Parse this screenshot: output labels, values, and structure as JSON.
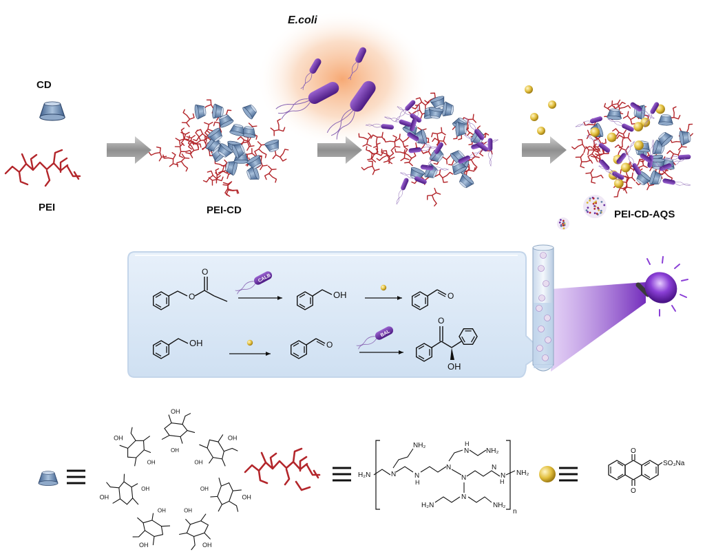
{
  "labels": {
    "cd": "CD",
    "pei": "PEI",
    "ecoli": "E.coli",
    "pei_cd": "PEI-CD",
    "pei_cd_aqs": "PEI-CD-AQS"
  },
  "reactions": {
    "enzyme1": "CALB",
    "enzyme2": "BAL",
    "oh1": "OH",
    "oh2": "OH",
    "oh3": "OH",
    "o1": "O",
    "o2": "O",
    "o3": "O",
    "o4": "O",
    "o5": "O"
  },
  "structures": {
    "cd_oh": "OH",
    "pei_nh2": "NH₂",
    "pei_h2n": "H₂N",
    "pei_n": "N",
    "pei_h": "H",
    "pei_n_sub": "n",
    "aqs_o": "O",
    "aqs_so3na": "SO₃Na"
  },
  "colors": {
    "pei_red": "#b3262b",
    "cd_blue": "#5f7fa8",
    "ecoli_purple": "#6b2fa3",
    "aqs_gold": "#d9b73a",
    "glow_orange": "#f7b98a",
    "panel_blue": "#dbe8f6",
    "arrow_gray": "#a3a3a3",
    "uv_purple": "#7a2fc2"
  }
}
